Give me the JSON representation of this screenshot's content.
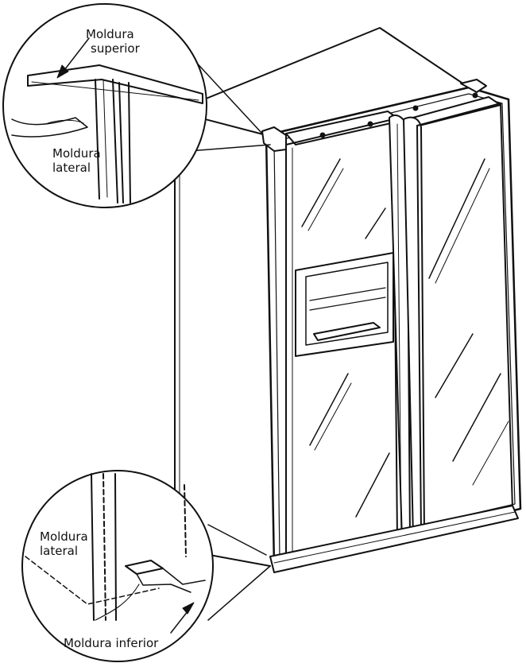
{
  "labels": {
    "top_molding_line1": "Moldura",
    "top_molding_line2": "superior",
    "upper_side_molding_line1": "Moldura",
    "upper_side_molding_line2": "lateral",
    "lower_side_molding_line1": "Moldura",
    "lower_side_molding_line2": "lateral",
    "bottom_molding": "Moldura inferior"
  },
  "colors": {
    "line": "#111111",
    "background": "#ffffff"
  }
}
